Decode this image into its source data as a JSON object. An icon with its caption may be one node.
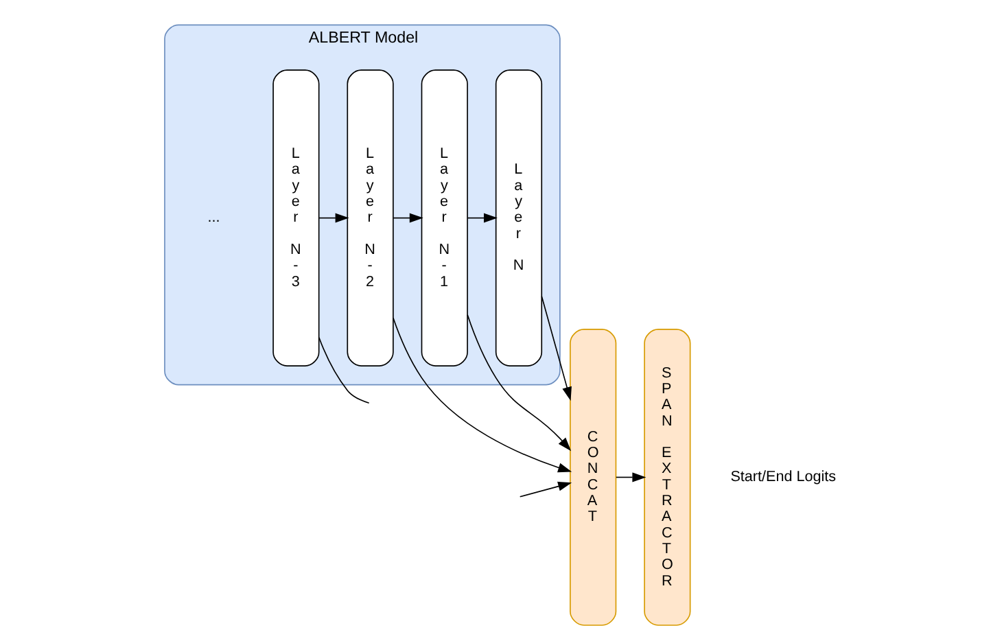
{
  "diagram": {
    "nodes": [
      {
        "text": [
          "ALBERT Model"
        ]
      },
      {
        "text": [
          "Layer",
          "N-3"
        ],
        "in": 0
      },
      {
        "text": [
          "Layer",
          "N-2"
        ],
        "in": 0
      },
      {
        "text": [
          "Layer",
          "N-1"
        ],
        "in": 0
      },
      {
        "text": [
          "Layer",
          "N"
        ],
        "in": 0
      },
      {
        "text": [
          "CONCAT"
        ]
      },
      {
        "text": [
          "SPAN EXTRACTOR"
        ]
      }
    ],
    "edges": [
      {
        "from": 1,
        "to": 2,
        "arrow": "to"
      },
      {
        "from": 2,
        "to": 3,
        "arrow": "to"
      },
      {
        "from": 3,
        "to": 4,
        "arrow": "to"
      },
      {
        "from": 4,
        "to": 5,
        "arrow": "to"
      },
      {
        "from": 5,
        "to": 6,
        "arrow": "to"
      },
      {
        "from": 1,
        "to": null,
        "arrow": "none"
      },
      {
        "from": 2,
        "to": 5,
        "arrow": "to"
      },
      {
        "from": 3,
        "to": 5,
        "arrow": "to"
      },
      {
        "from": null,
        "to": 5,
        "arrow": "to"
      }
    ],
    "labels": [
      "...",
      "Start/End Logits"
    ]
  }
}
